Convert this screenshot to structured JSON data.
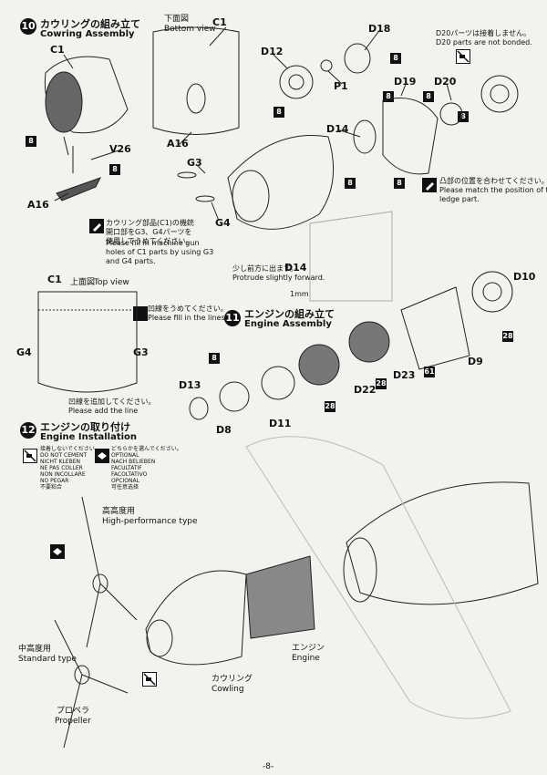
{
  "step10": {
    "number": "10",
    "title_jp": "カウリングの組み立て",
    "title_en": "Cowring Assembly",
    "bottom_view_jp": "下面図",
    "bottom_view_en": "Bottom view",
    "note_guns_jp": "カウリング部品(C1)の機銃開口部をG3、G4パーツを使用してうめてください。",
    "note_guns_en_1": "Please fill in machine gun",
    "note_guns_en_2": "holes of C1 parts by using G3",
    "note_guns_en_3": "and G4 parts.",
    "d20_note_jp": "D20パーツは接着しません。",
    "d20_note_en": "D20 parts are not bonded.",
    "ledge_note_jp": "凸部の位置を合わせてください。",
    "ledge_note_en_1": "Please match the position of the",
    "ledge_note_en_2": "ledge part.",
    "protrude_jp": "少し前方に出ます。",
    "protrude_en": "Protrude slightly forward.",
    "mm": "1mm",
    "top_view_jp": "上面図",
    "top_view_en": "Top view",
    "fill_lines_jp": "凹線をうめてください。",
    "fill_lines_en": "Please fill in the lines",
    "add_line_jp": "凹線を追加してください。",
    "add_line_en": "Please add the line",
    "parts": {
      "c1": "C1",
      "d18": "D18",
      "d12": "D12",
      "p1": "P1",
      "d19": "D19",
      "d20": "D20",
      "d14": "D14",
      "a16": "A16",
      "v26": "V26",
      "g3": "G3",
      "g4": "G4",
      "d10": "D10",
      "d9": "D9",
      "d23": "D23",
      "d22": "D22",
      "d13": "D13",
      "d8": "D8",
      "d11": "D11"
    },
    "badges": {
      "b8": "8",
      "b28": "28",
      "b61": "61"
    }
  },
  "step11": {
    "number": "11",
    "title_jp": "エンジンの組み立て",
    "title_en": "Engine Assembly"
  },
  "step12": {
    "number": "12",
    "title_jp": "エンジンの取り付け",
    "title_en": "Engine Installation",
    "legend_left": [
      "接着しないでください。",
      "DO NOT CEMENT",
      "NICHT KLEBEN",
      "NE PAS COLLER",
      "NON INCOLLARE",
      "NO PEGAR",
      "不要粘合"
    ],
    "legend_right": [
      "どちらかを選んでください。",
      "OPTIONAL",
      "NACH BELIEBEN",
      "FACULTATIF",
      "FACOLTATIVO",
      "OPCIONAL",
      "可任意选择"
    ],
    "high_perf_jp": "高高度用",
    "high_perf_en": "High-performance type",
    "standard_jp": "中高度用",
    "standard_en": "Standard type",
    "propeller_jp": "プロペラ",
    "propeller_en": "Propeller",
    "cowling_jp": "カウリング",
    "cowling_en": "Cowling",
    "engine_jp": "エンジン",
    "engine_en": "Engine"
  },
  "page_number": "-8-"
}
